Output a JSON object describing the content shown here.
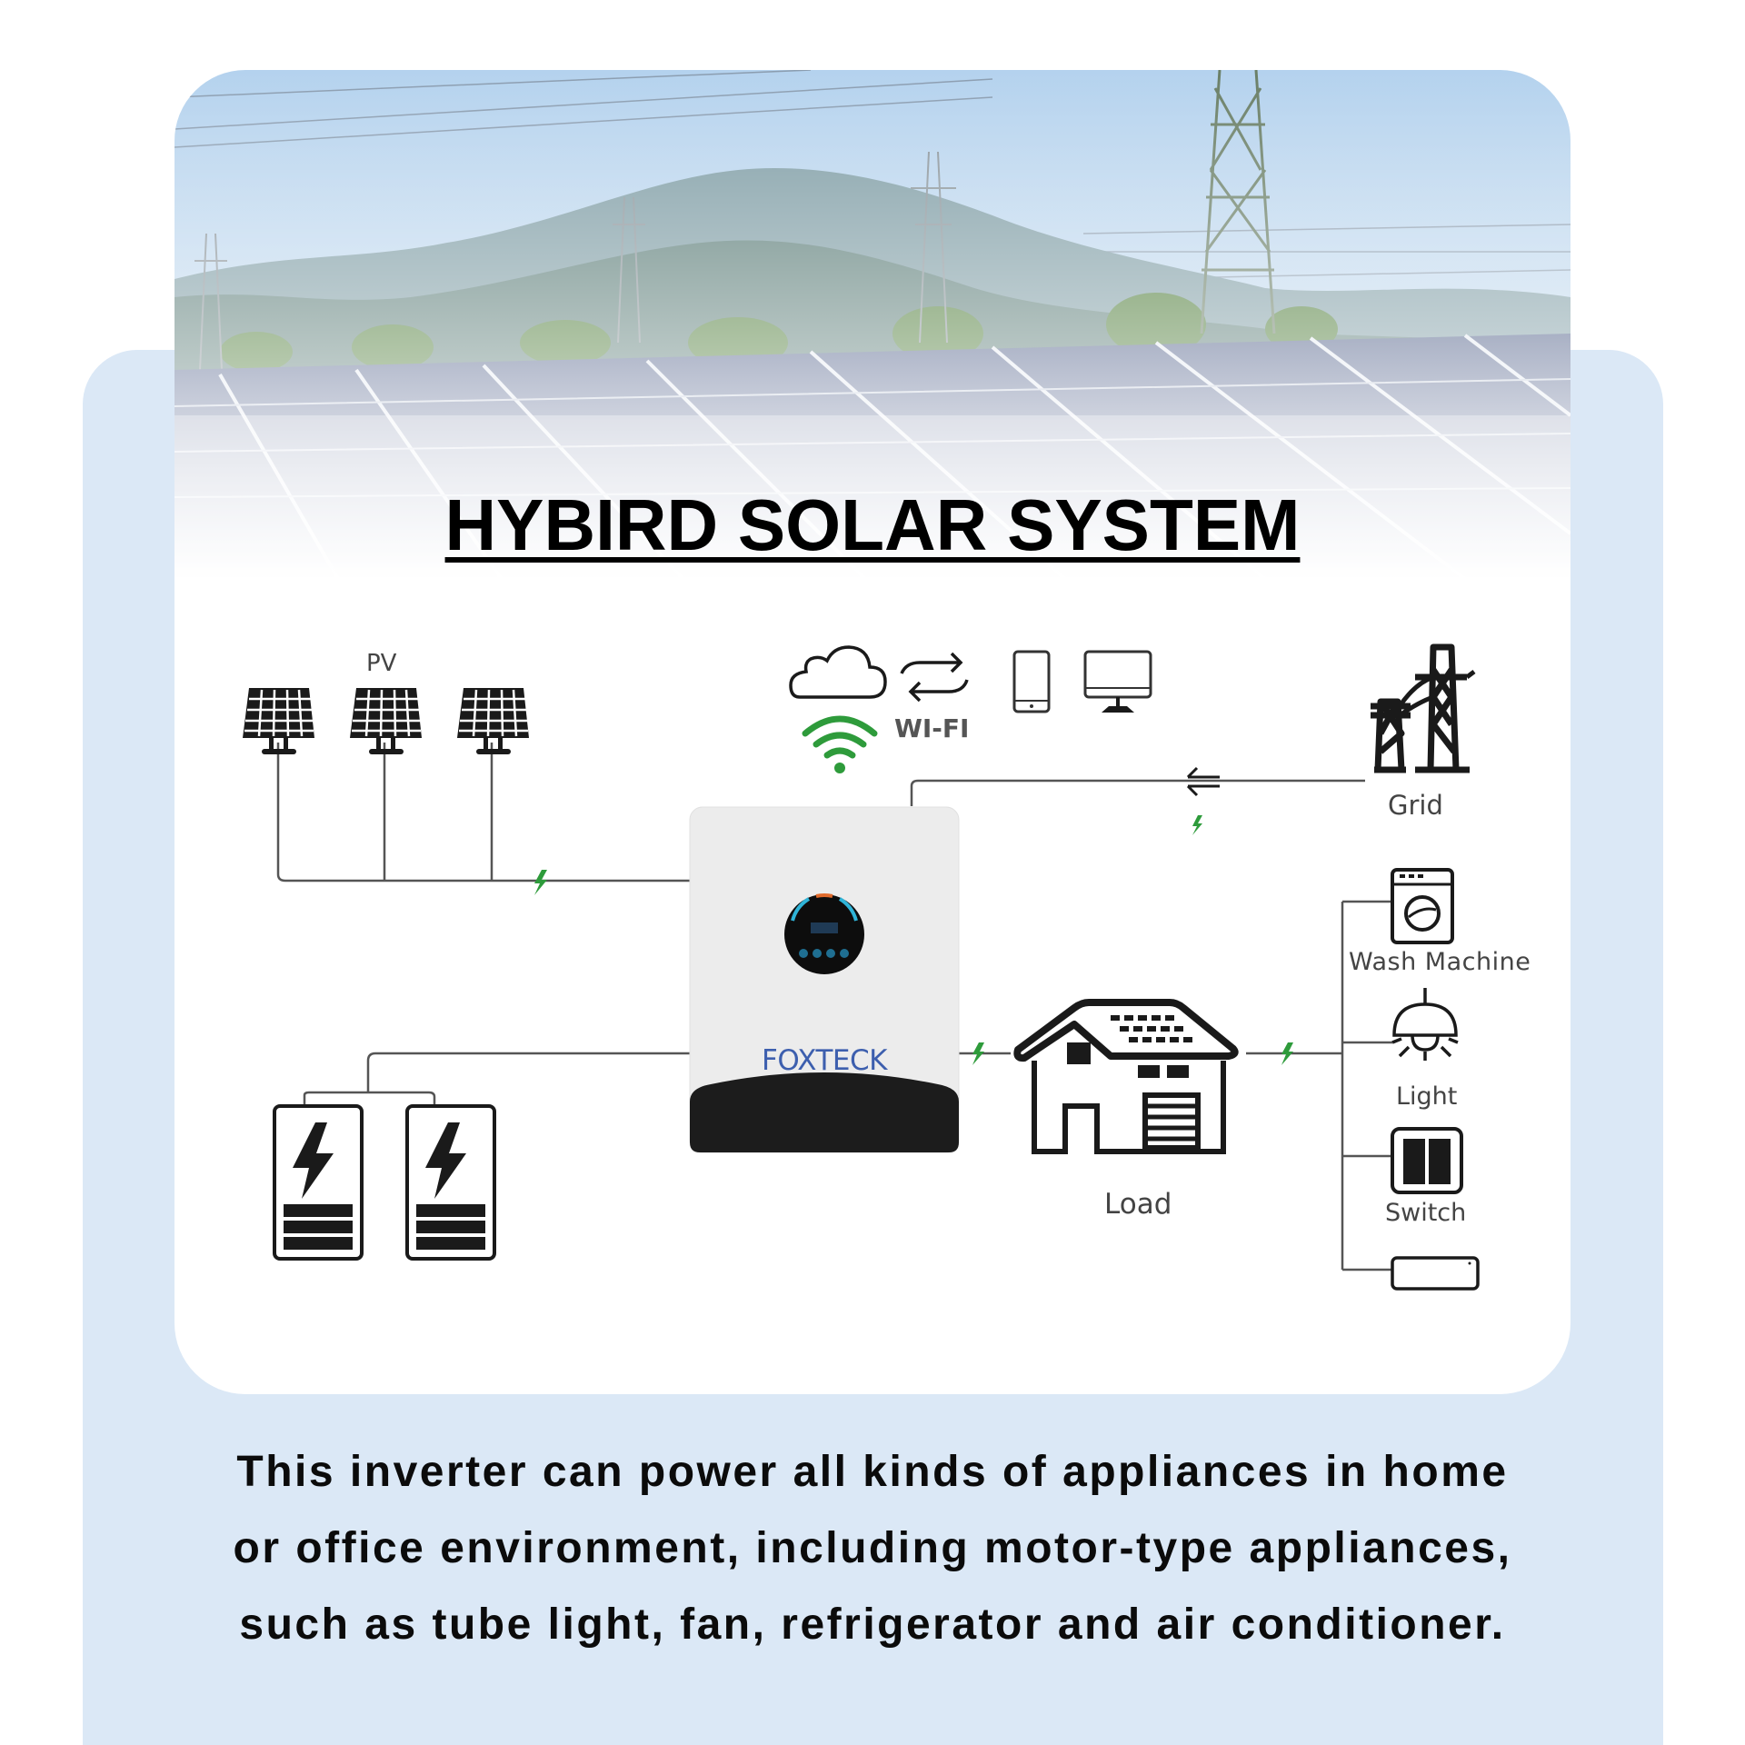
{
  "title": "HYBIRD SOLAR SYSTEM",
  "diagram": {
    "pv_label": "PV",
    "wifi_label": "WI-FI",
    "grid_label": "Grid",
    "load_label": "Load",
    "brand": "FOXTECK",
    "appliances": [
      {
        "label": "Wash Machine",
        "icon": "washing-machine-icon"
      },
      {
        "label": "Light",
        "icon": "ceiling-light-icon"
      },
      {
        "label": "Switch",
        "icon": "wall-switch-icon"
      },
      {
        "label": "",
        "icon": "air-conditioner-icon"
      }
    ],
    "nodes": [
      "solar-panel-icon",
      "cloud-icon",
      "wifi-signal-icon",
      "sync-arrows-icon",
      "smartphone-icon",
      "monitor-icon",
      "power-tower-icon",
      "inverter",
      "battery-icon",
      "house-icon"
    ],
    "colors": {
      "flow_bolt": "#2e9b3b",
      "brand_text": "#3d5fae",
      "line": "#555555",
      "icon": "#1a1a1a"
    }
  },
  "description": {
    "lines": [
      "This inverter can power all kinds of appliances in home",
      "or office environment, including motor-type appliances,",
      "such as tube light, fan, refrigerator and air conditioner."
    ]
  },
  "colors": {
    "panel_bg": "#dbe8f6",
    "card_bg": "#ffffff",
    "text": "#000000"
  }
}
